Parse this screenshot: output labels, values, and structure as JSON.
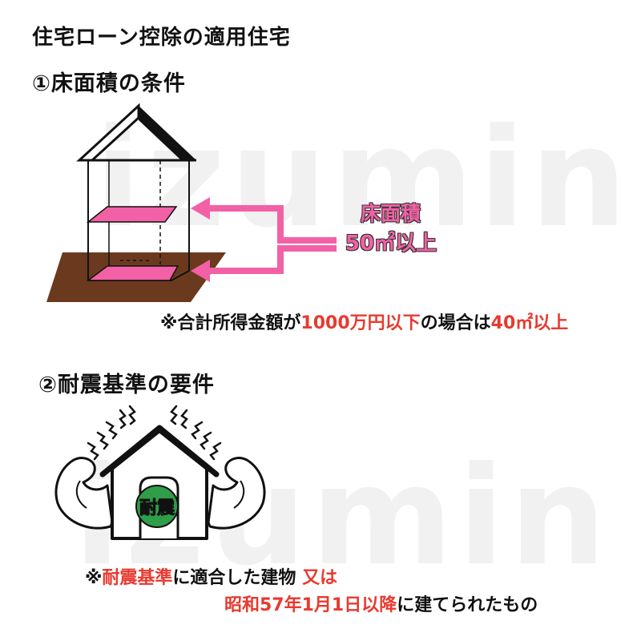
{
  "title": "住宅ローン控除の適用住宅",
  "section1": {
    "heading": "①床面積の条件",
    "area_label": "床面積",
    "area_value": "50㎡以上",
    "note": {
      "prefix": "※合計所得金額が",
      "highlight1": "1000万円以下",
      "middle": "の場合は",
      "highlight2": "40㎡以上"
    }
  },
  "section2": {
    "heading": "②耐震基準の要件",
    "badge": "耐震",
    "note_line1": {
      "prefix": "※",
      "highlight1": "耐震基準",
      "middle": "に適合した建物",
      "highlight2": "又は"
    },
    "note_line2": {
      "highlight": "昭和57年1月1日以降",
      "suffix": "に建てられたもの"
    }
  },
  "watermark": "izumin",
  "colors": {
    "pink": "#f261a5",
    "red": "#e8392f",
    "soil": "#6b3a1e",
    "badge_green": "#2e9e48"
  }
}
